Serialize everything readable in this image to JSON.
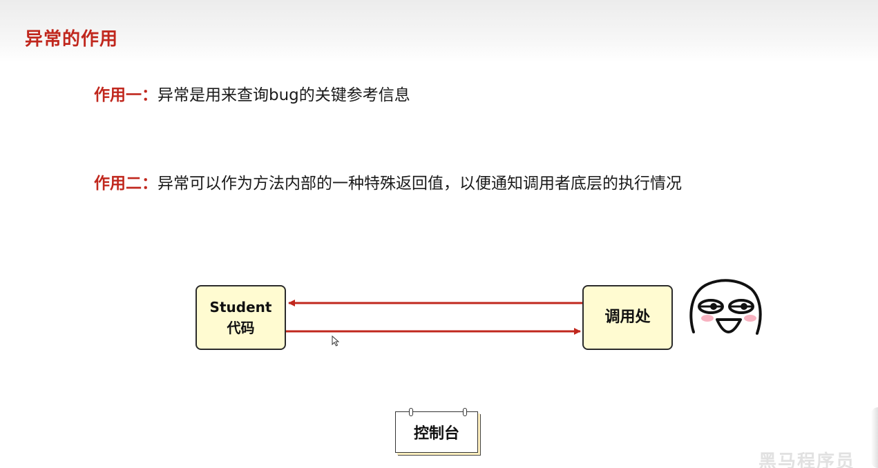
{
  "slide": {
    "title": "异常的作用",
    "points": [
      {
        "label": "作用一：",
        "text": "异常是用来查询bug的关键参考信息"
      },
      {
        "label": "作用二：",
        "text": "异常可以作为方法内部的一种特殊返回值，以便通知调用者底层的执行情况"
      }
    ]
  },
  "diagram": {
    "left_box": {
      "line1": "Student",
      "line2": "代码"
    },
    "right_box": {
      "label": "调用处"
    },
    "arrow_color": "#c0271d",
    "box_fill": "#fffbd1",
    "face_icon": "grinning-face-icon",
    "console_label": "控制台"
  },
  "watermark": {
    "text": "黑马程序员"
  },
  "colors": {
    "accent": "#c0271d",
    "text": "#1a1a1a"
  }
}
